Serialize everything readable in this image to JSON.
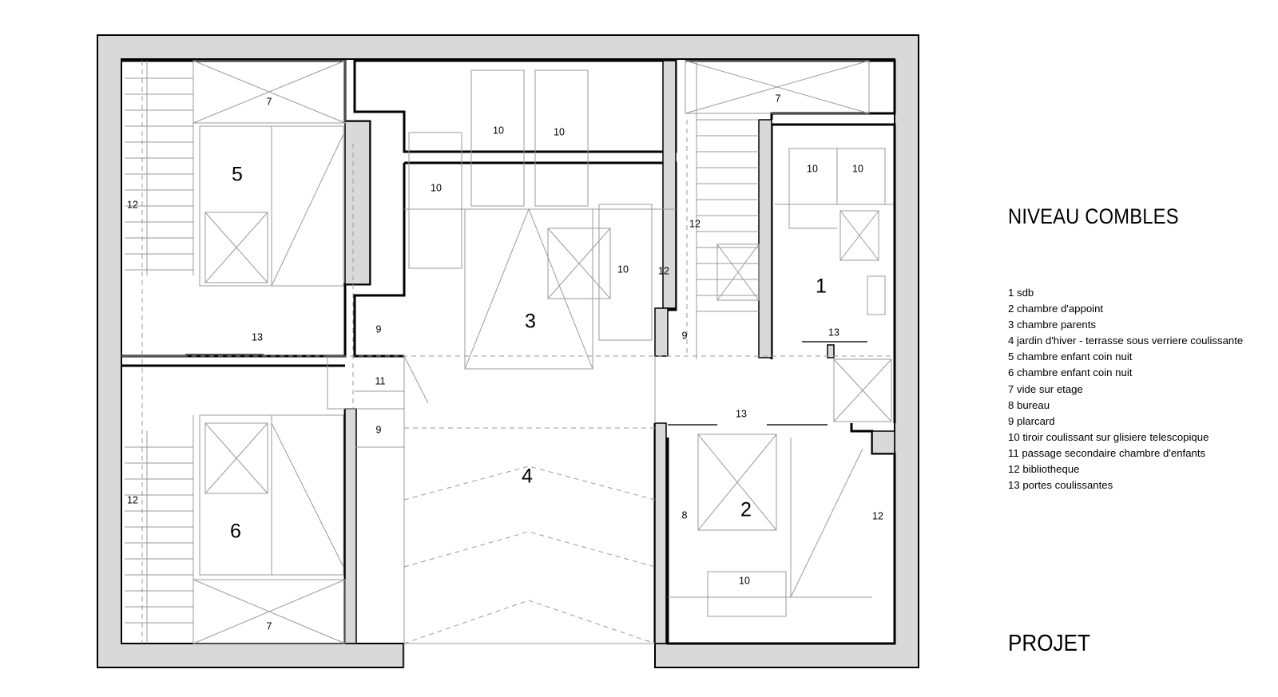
{
  "title": "NIVEAU COMBLES",
  "subtitle": "PROJET",
  "legend": [
    "1 sdb",
    "2 chambre d'appoint",
    "3 chambre parents",
    "4 jardin d'hiver - terrasse sous verriere coulissante",
    "5 chambre enfant coin nuit",
    "6 chambre enfant coin nuit",
    "7 vide sur etage",
    "8 bureau",
    "9 plarcard",
    "10 tiroir coulissant sur glisiere telescopique",
    "11 passage secondaire chambre d'enfants",
    "12 bibliotheque",
    "13 portes coulissantes"
  ],
  "rooms": {
    "r1": "1",
    "r2": "2",
    "r3": "3",
    "r4": "4",
    "r5": "5",
    "r6": "6"
  },
  "labels": {
    "void_top_left": "7",
    "void_top_right": "7",
    "void_bottom_left": "7",
    "drawer_top_a": "10",
    "drawer_top_b": "10",
    "drawer_left": "10",
    "drawer_bed3": "10",
    "drawer_sdb_a": "10",
    "drawer_sdb_b": "10",
    "drawer_room2": "10",
    "shelf_left_top": "12",
    "shelf_left_bottom": "12",
    "shelf_stair": "12",
    "shelf_mid": "12",
    "shelf_room2": "12",
    "door_left": "13",
    "door_sdb": "13",
    "door_room2": "13",
    "cupboard_left_top": "9",
    "cupboard_left_bottom": "9",
    "cupboard_right": "9",
    "passage": "11",
    "office": "8"
  }
}
